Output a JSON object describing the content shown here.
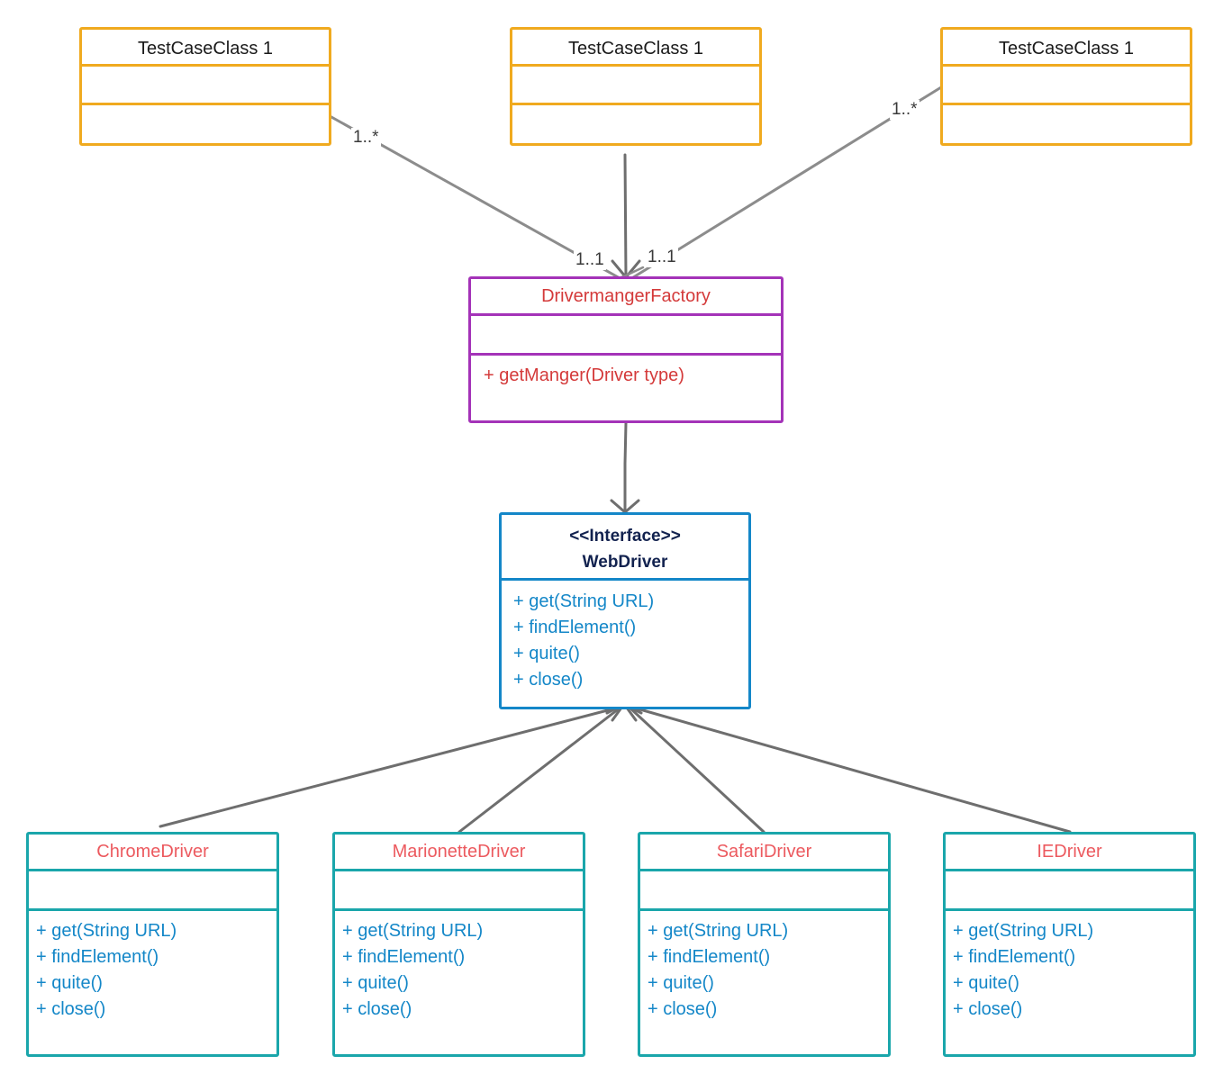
{
  "colors": {
    "test_case_border": "#f0aa1f",
    "factory_border": "#a433b8",
    "factory_text": "#d43a3a",
    "interface_border": "#1487c8",
    "interface_title": "#12224f",
    "driver_border": "#1aa6ab",
    "driver_name": "#ec5a5f",
    "operation_text": "#1487c8",
    "connector": "#7a7a7a"
  },
  "test_classes": [
    {
      "name": "TestCaseClass 1"
    },
    {
      "name": "TestCaseClass 1"
    },
    {
      "name": "TestCaseClass 1"
    }
  ],
  "multiplicities": {
    "left_source": "1..*",
    "left_target": "1..1",
    "right_source": "1..*",
    "right_target": "1..1"
  },
  "factory": {
    "name": "DrivermangerFactory",
    "operations": [
      "+ getManger(Driver type)"
    ]
  },
  "interface": {
    "stereotype": "<<Interface>>",
    "name": "WebDriver",
    "operations": [
      "+ get(String URL)",
      "+ findElement()",
      "+ quite()",
      "+ close()"
    ]
  },
  "drivers": [
    {
      "name": "ChromeDriver",
      "operations": [
        "+ get(String URL)",
        "+ findElement()",
        "+ quite()",
        "+ close()"
      ]
    },
    {
      "name": "MarionetteDriver",
      "operations": [
        "+ get(String URL)",
        "+ findElement()",
        "+ quite()",
        "+ close()"
      ]
    },
    {
      "name": "SafariDriver",
      "operations": [
        "+ get(String URL)",
        "+ findElement()",
        "+ quite()",
        "+ close()"
      ]
    },
    {
      "name": "IEDriver",
      "operations": [
        "+ get(String URL)",
        "+ findElement()",
        "+ quite()",
        "+ close()"
      ]
    }
  ]
}
